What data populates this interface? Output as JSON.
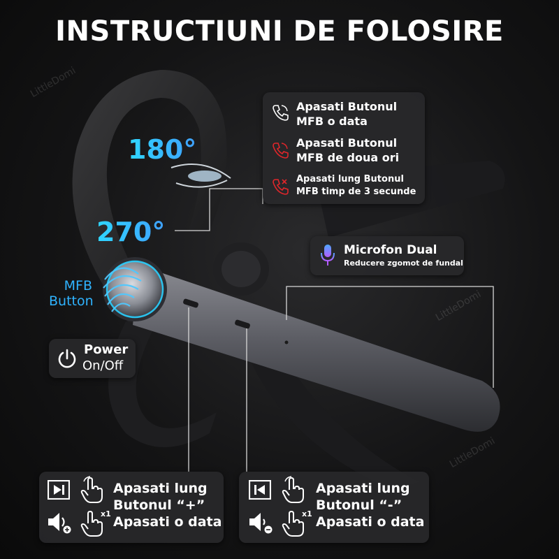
{
  "title": "INSTRUCTIUNI DE FOLOSIRE",
  "rotation": {
    "deg_180": "180°",
    "deg_270": "270°"
  },
  "mfb_label": {
    "line1": "MFB",
    "line2": "Button"
  },
  "power": {
    "line1": "Power",
    "line2": "On/Off"
  },
  "calls": {
    "item1": {
      "line1": "Apasati Butonul",
      "line2": "MFB o data",
      "icon": "phone-answer-icon",
      "color": "#ffffff"
    },
    "item2": {
      "line1": "Apasati Butonul",
      "line2": "MFB de doua ori",
      "icon": "phone-end-icon",
      "color": "#e0262a"
    },
    "item3": {
      "line1": "Apasati lung Butonul",
      "line2": "MFB timp de 3 secunde",
      "icon": "phone-reject-icon",
      "color": "#e0262a"
    }
  },
  "mic": {
    "title": "Microfon Dual",
    "subtitle": "Reducere zgomot de fundal",
    "icon": "microphone-icon",
    "color": "#a064ff"
  },
  "plus": {
    "line1": "Apasati lung",
    "line2": "Butonul “+”",
    "line3": "Apasati o data",
    "x1": "x1"
  },
  "minus": {
    "line1": "Apasati lung",
    "line2": "Butonul “-”",
    "line3": "Apasati o data",
    "x1": "x1"
  },
  "watermark": "LittleDomi"
}
